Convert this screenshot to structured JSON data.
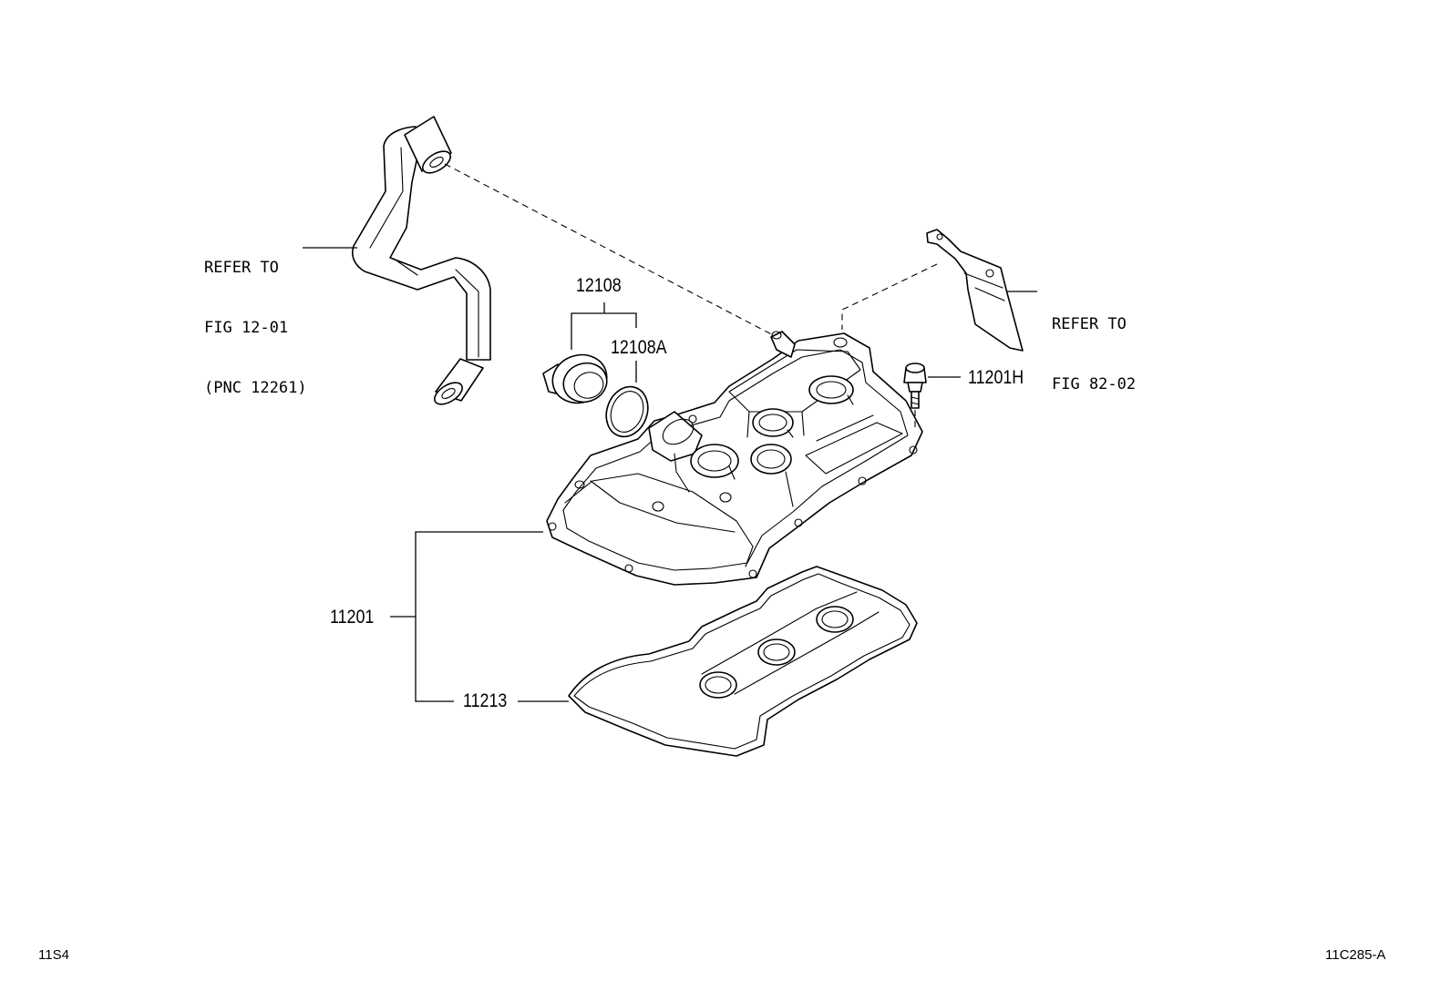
{
  "refer_left": {
    "line1": "REFER TO",
    "line2": "FIG 12-01",
    "line3": "(PNC 12261)"
  },
  "refer_right": {
    "line1": "REFER TO",
    "line2": "FIG 82-02"
  },
  "parts": {
    "p12108": "12108",
    "p12108A": "12108A",
    "p11201H": "11201H",
    "p11201": "11201",
    "p11213": "11213"
  },
  "footer": {
    "left_code": "11S4",
    "right_code": "11C285-A"
  }
}
